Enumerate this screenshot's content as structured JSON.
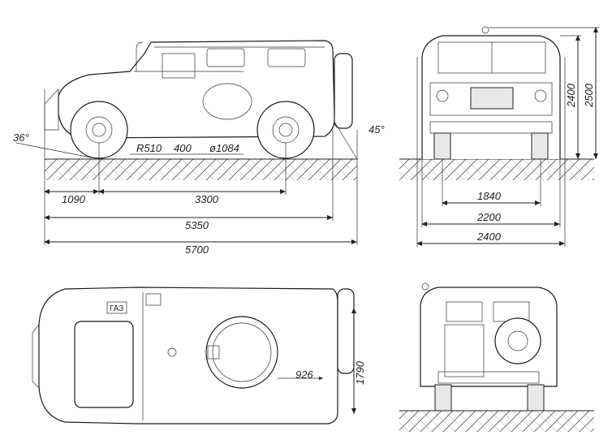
{
  "dimensions": {
    "side": {
      "approach_angle": "36°",
      "departure_angle": "45°",
      "wheel_radius": "R510",
      "ground_clearance": "400",
      "wheel_diameter": "ø1084",
      "front_overhang": "1090",
      "wheelbase": "3300",
      "length_no_spare": "5350",
      "overall_length": "5700"
    },
    "front": {
      "track": "1840",
      "width": "2200",
      "overall_width": "2400",
      "height": "2400",
      "overall_height": "2500"
    },
    "top": {
      "hatch_diameter": "926",
      "roof_width": "1790"
    }
  },
  "labels": {
    "hood_badge": "ГАЗ"
  }
}
